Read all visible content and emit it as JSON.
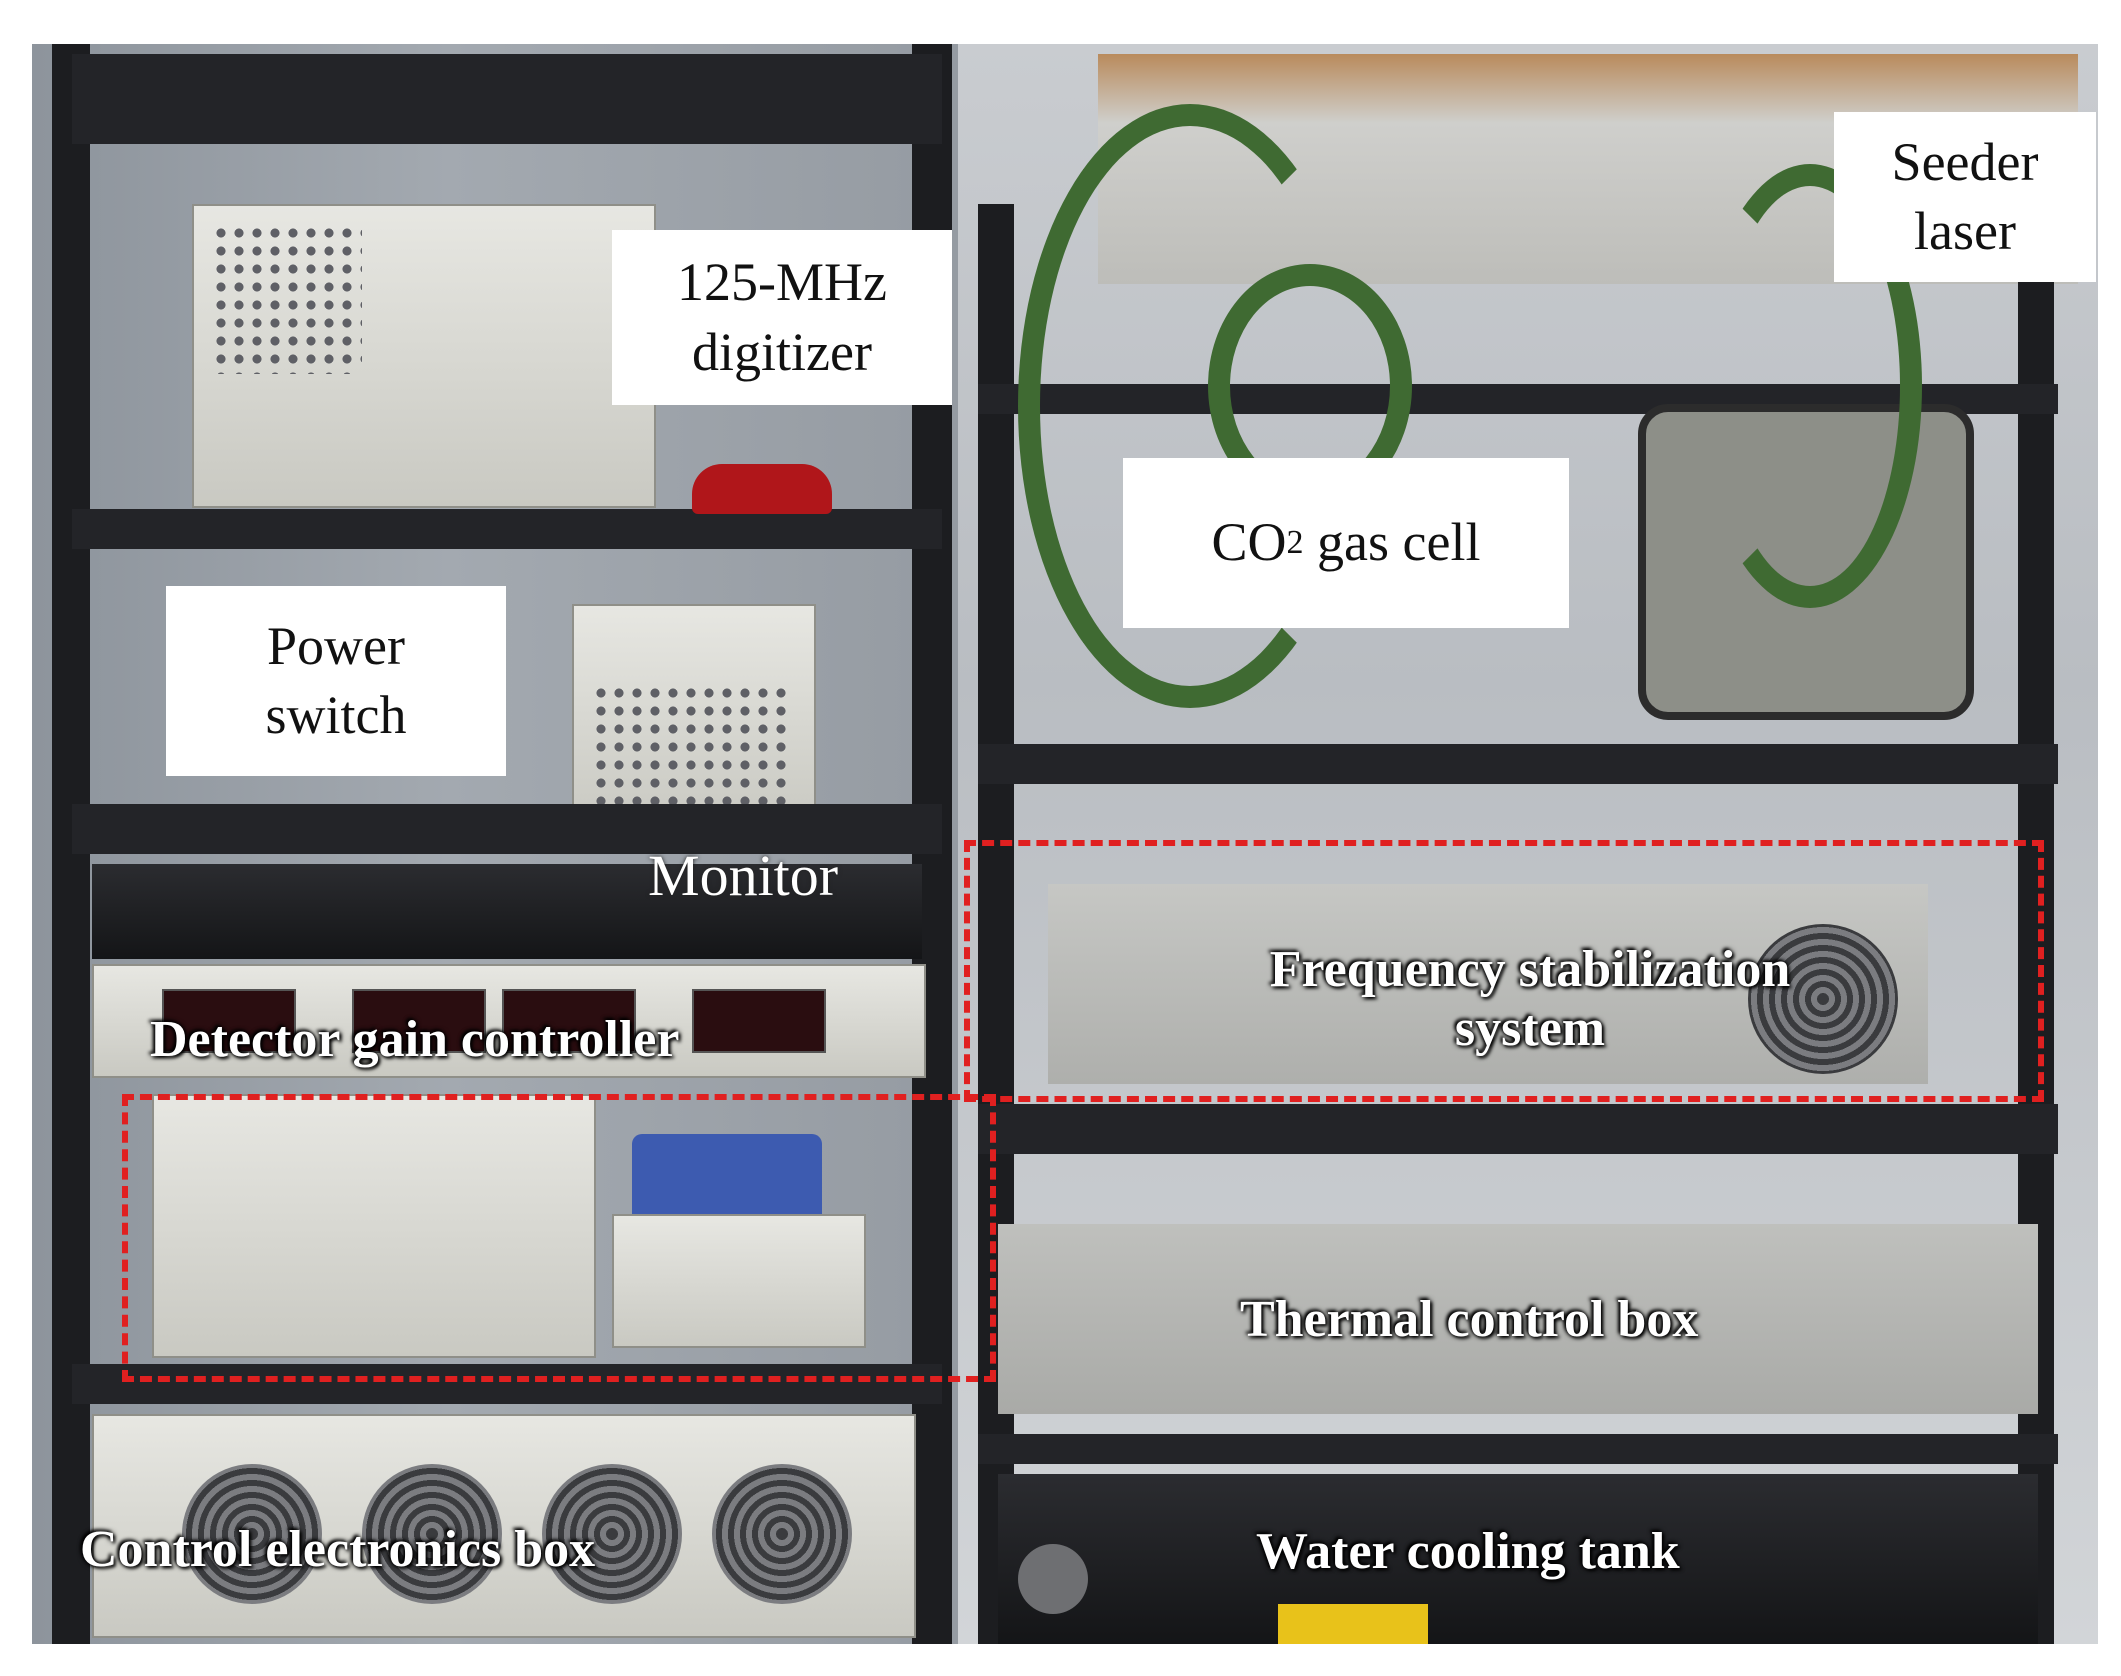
{
  "labels": {
    "digitizer": "125-MHz\ndigitizer",
    "seeder_laser": "Seeder\nlaser",
    "gas_cell_prefix": "CO",
    "gas_cell_subscript": "2",
    "gas_cell_suffix": " gas cell",
    "power_switch": "Power\nswitch",
    "monitor": "Monitor",
    "detector_gain_controller": "Detector gain controller",
    "frequency_stabilization": "Frequency stabilization\nsystem",
    "thermal_control_box": "Thermal control box",
    "control_electronics_box": "Control electronics box",
    "water_cooling_tank": "Water cooling tank"
  },
  "colors": {
    "highlight_dash": "#e02020",
    "label_background": "#ffffff",
    "overlay_text": "#ffffff"
  }
}
